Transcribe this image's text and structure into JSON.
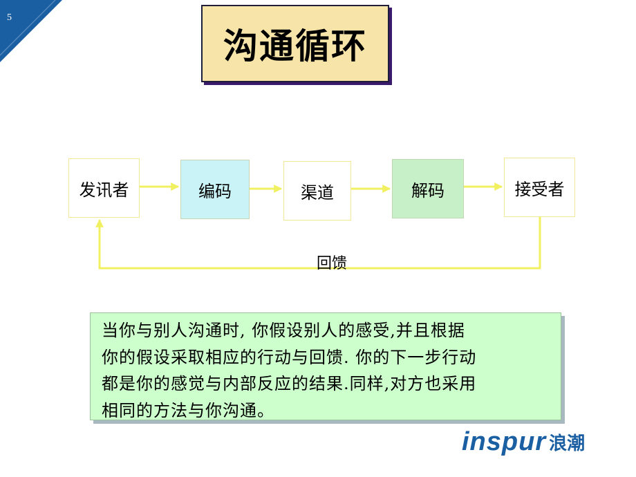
{
  "slide": {
    "number": "5"
  },
  "title": "沟通循环",
  "nodes": {
    "sender": "发讯者",
    "encode": "编码",
    "channel": "渠道",
    "decode": "解码",
    "receiver": "接受者"
  },
  "feedback_label": "回馈",
  "note": {
    "lines": [
      "当你与别人沟通时, 你假设别人的感受,并且根据",
      "你的假设采取相应的行动与回馈. 你的下一步行动",
      "都是你的感觉与内部反应的结果.同样,对方也采用",
      "相同的方法与你沟通。"
    ]
  },
  "logo": {
    "en": "inspur",
    "cn": "浪潮"
  },
  "colors": {
    "corner": "#1b5fa3",
    "title_bg": "#f6e4a8",
    "arrow": "#f0f060",
    "encode_bg": "#c9f3f6",
    "decode_bg": "#c8f0c8",
    "note_bg": "#ccffcc",
    "logo": "#1b5fa3"
  }
}
